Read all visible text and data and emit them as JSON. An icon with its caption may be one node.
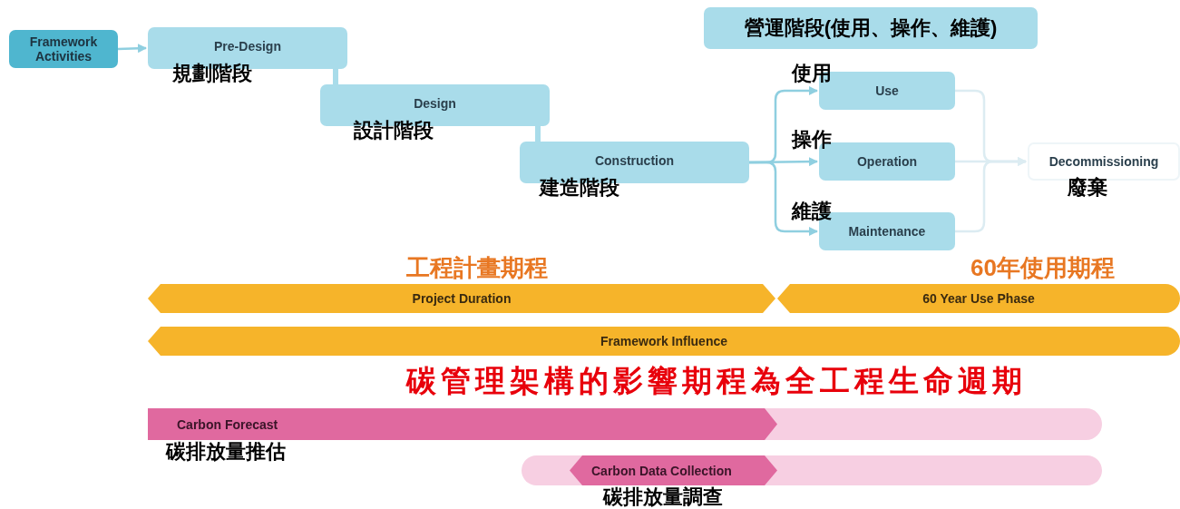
{
  "diagram": {
    "nodes": [
      {
        "text": [
          "Framework Activities"
        ]
      },
      {
        "text": [
          "Pre-Design"
        ],
        "beside": [
          "規劃階段"
        ]
      },
      {
        "text": [
          "Design"
        ],
        "beside": [
          "設計階段"
        ]
      },
      {
        "text": [
          "Construction"
        ],
        "beside": [
          "建造階段"
        ]
      },
      {
        "text": [
          "營運階段(使用、操作、維護)"
        ]
      },
      {
        "text": [
          "Use"
        ],
        "beside": [
          "使用"
        ]
      },
      {
        "text": [
          "Operation"
        ],
        "beside": [
          "操作"
        ]
      },
      {
        "text": [
          "Maintenance"
        ],
        "beside": [
          "維護"
        ]
      },
      {
        "text": [
          "Decommissioning"
        ],
        "beside": [
          "廢棄"
        ]
      },
      {
        "text": [
          "Project Duration"
        ],
        "beside": [
          "工程計畫期程"
        ]
      },
      {
        "text": [
          "60 Year Use Phase"
        ],
        "beside": [
          "60年使用期程"
        ]
      },
      {
        "text": [
          "Framework Influence"
        ],
        "beside": [
          "碳管理架構的影響期程為全工程生命週期"
        ]
      },
      {
        "text": [
          "Carbon Forecast"
        ],
        "beside": [
          "碳排放量推估"
        ]
      },
      {
        "text": [
          "Carbon Data Collection"
        ],
        "beside": [
          "碳排放量調查"
        ]
      }
    ],
    "edges": [
      {
        "from": 0,
        "to": 1,
        "arrow": "to"
      },
      {
        "from": 1,
        "to": 2,
        "arrow": "none",
        "style": "thick"
      },
      {
        "from": 2,
        "to": 3,
        "arrow": "none",
        "style": "thick"
      },
      {
        "from": 3,
        "to": 5,
        "arrow": "to"
      },
      {
        "from": 3,
        "to": 6,
        "arrow": "to"
      },
      {
        "from": 3,
        "to": 7,
        "arrow": "to"
      },
      {
        "from": 5,
        "to": 8,
        "arrow": "to",
        "color": "#dcecf2"
      },
      {
        "from": 6,
        "to": 8,
        "arrow": "to",
        "color": "#dcecf2"
      },
      {
        "from": 7,
        "to": 8,
        "arrow": "to",
        "color": "#dcecf2"
      }
    ]
  }
}
